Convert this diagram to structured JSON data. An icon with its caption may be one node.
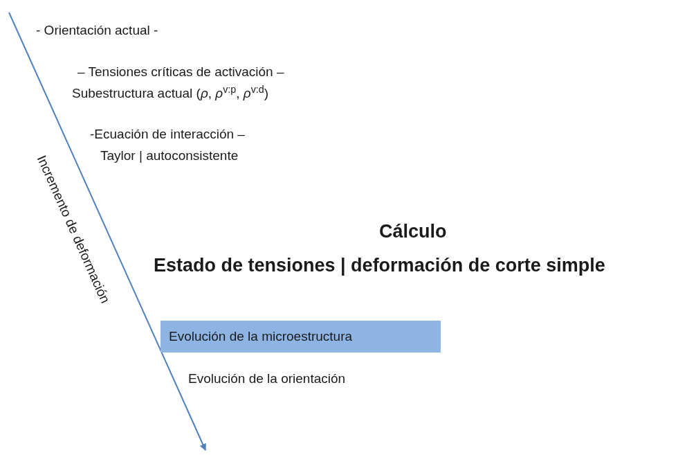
{
  "diagram": {
    "nodes": [
      {
        "text": [
          "Evolución de la microestructura"
        ]
      }
    ],
    "edges": [],
    "labels": [
      "- Orientación actual -",
      "– Tensiones críticas de activación –",
      "Subestructura actual (*ρ*, *ρ*$^{v:p}$, *ρ*$^{v:d}$)",
      "-Ecuación de interacción –",
      "Taylor | autoconsistente",
      "Cálculo",
      "Estado de tensiones | deformación de corte simple",
      "Evolución de la orientación",
      "Incremento de deformación"
    ]
  }
}
